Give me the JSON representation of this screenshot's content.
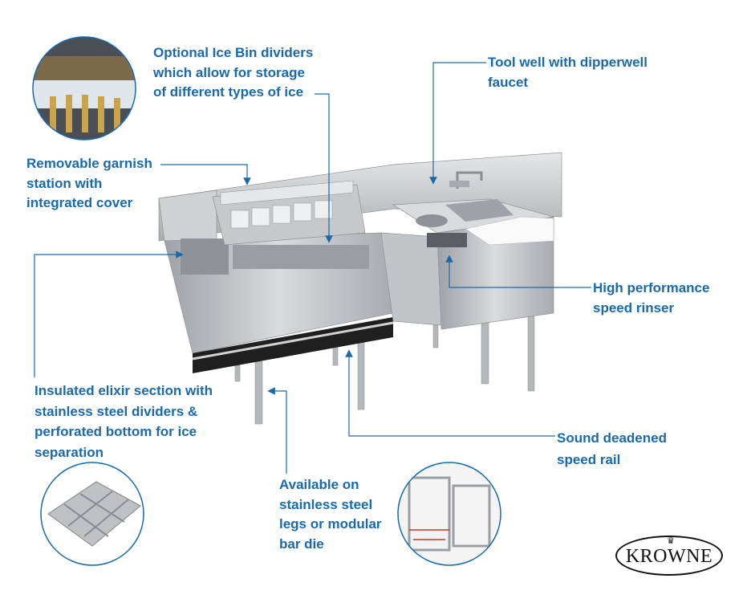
{
  "brand": {
    "name": "KROWNE"
  },
  "colors": {
    "accent": "#1a6aab",
    "steel": "#b9bcbf",
    "dark": "#222222"
  },
  "callouts": {
    "ice_bin": {
      "lines": [
        "Optional Ice Bin dividers",
        "which allow for storage",
        "of different types of ice"
      ]
    },
    "tool_well": {
      "lines": [
        "Tool well with dipperwell",
        "faucet"
      ]
    },
    "garnish": {
      "lines": [
        "Removable garnish",
        "station with",
        "integrated cover"
      ]
    },
    "rinser": {
      "lines": [
        "High performance",
        "speed rinser"
      ]
    },
    "elixir": {
      "lines": [
        "Insulated elixir section with",
        "stainless steel dividers &",
        "perforated bottom for ice",
        "separation"
      ]
    },
    "speed_rail": {
      "lines": [
        "Sound deadened",
        "speed rail"
      ]
    },
    "legs": {
      "lines": [
        "Available on",
        "stainless steel",
        "legs or modular",
        "bar die"
      ]
    }
  },
  "images": [
    "ice-bin-bottles-photo",
    "elixir-dividers-photo",
    "bar-die-frame-photo",
    "cocktail-station-product"
  ]
}
